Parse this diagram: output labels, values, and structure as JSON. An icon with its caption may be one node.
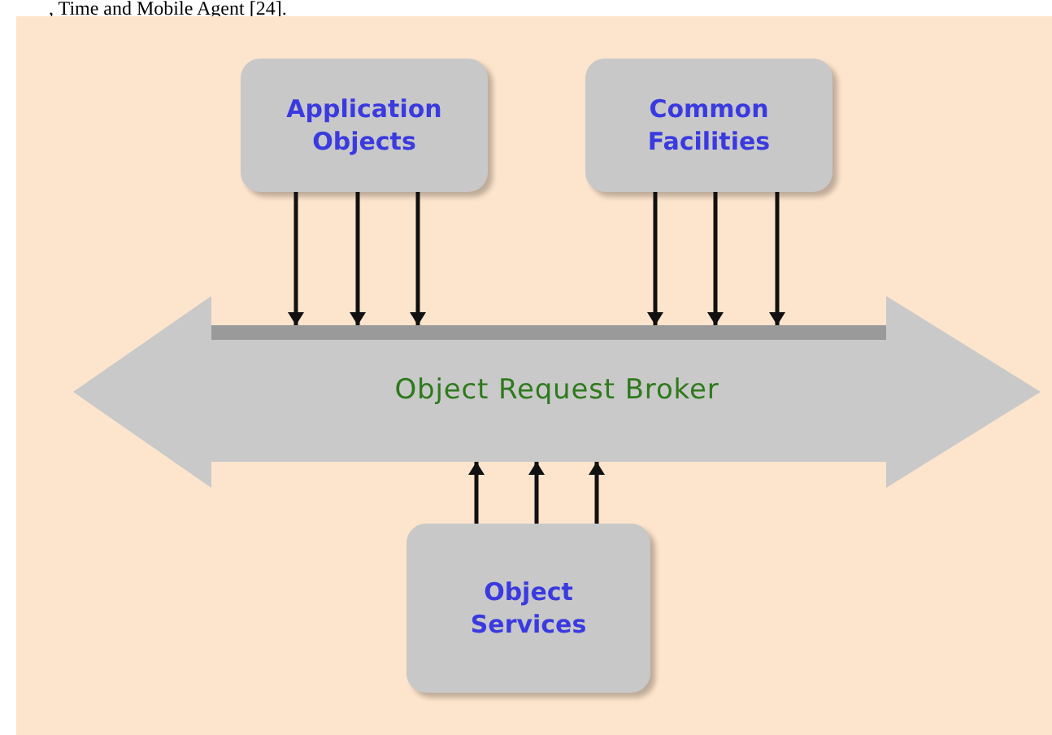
{
  "diagram": {
    "nodes": [
      {
        "text": [
          "Application Objects"
        ]
      },
      {
        "text": [
          "Common Facilities"
        ]
      },
      {
        "text": [
          "Object Request Broker"
        ]
      },
      {
        "text": [
          "Object Services"
        ]
      }
    ],
    "edges": [
      {
        "from": 0,
        "to": 2,
        "arrow": "to"
      },
      {
        "from": 0,
        "to": 2,
        "arrow": "to"
      },
      {
        "from": 0,
        "to": 2,
        "arrow": "to"
      },
      {
        "from": 1,
        "to": 2,
        "arrow": "to"
      },
      {
        "from": 1,
        "to": 2,
        "arrow": "to"
      },
      {
        "from": 1,
        "to": 2,
        "arrow": "to"
      },
      {
        "from": 3,
        "to": 2,
        "arrow": "to"
      },
      {
        "from": 3,
        "to": 2,
        "arrow": "to"
      },
      {
        "from": 3,
        "to": 2,
        "arrow": "to"
      }
    ],
    "labels": [
      ", Time and Mobile Agent [24]."
    ]
  }
}
